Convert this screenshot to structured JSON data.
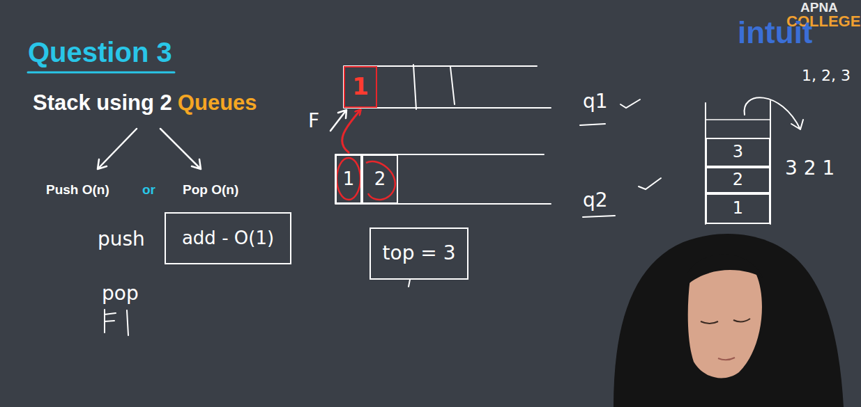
{
  "diagram": {
    "title": "Question 3",
    "nodes": [
      {
        "text": [
          "1"
        ]
      },
      {
        "text": [
          "1"
        ]
      },
      {
        "text": [
          "2"
        ]
      },
      {
        "text": [
          "add - O(1)"
        ]
      },
      {
        "text": [
          "top = 3"
        ]
      },
      {
        "text": [
          "3"
        ]
      },
      {
        "text": [
          "2"
        ]
      },
      {
        "text": [
          "1"
        ]
      }
    ],
    "edges": [
      {
        "from": 1,
        "to": 0,
        "arrow": "to"
      }
    ],
    "labels": [
      "APNA",
      "COLLEGE",
      "intuit",
      "Stack using 2",
      "Queues",
      "Push O(n)",
      "or",
      "Pop O(n)",
      "push",
      "pop",
      "F",
      "q1",
      "q2",
      "1, 2, 3",
      "3 2 1"
    ]
  }
}
